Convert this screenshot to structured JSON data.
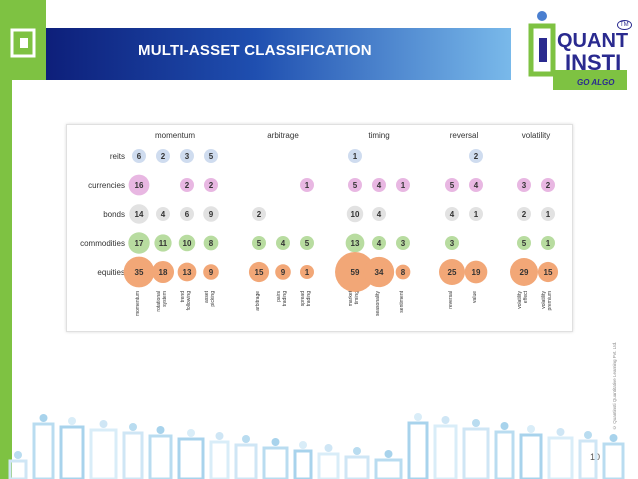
{
  "slide": {
    "title": "MULTI-ASSET CLASSIFICATION",
    "page_number": "10",
    "copyright": "© Quantinsti Quantitative Learning Pvt. Ltd."
  },
  "brand": {
    "line1": "QUANT",
    "line2": "INSTI",
    "tagline": "GO ALGO",
    "tm": "TM"
  },
  "colors": {
    "accent_green": "#7ec242",
    "header_dark": "#0d1f7a",
    "header_light": "#79b9ea",
    "brand_blue": "#2a2a8f",
    "reits": "#cfdcef",
    "currencies": "#e8b7e2",
    "bonds": "#e2e2e2",
    "commodities": "#b8dca0",
    "equities": "#f2a777"
  },
  "chart_data": {
    "type": "bubble",
    "groups": [
      {
        "name": "momentum",
        "strategies": [
          "momentum",
          "rotational system",
          "trend following",
          "asset picking"
        ]
      },
      {
        "name": "arbitrage",
        "strategies": [
          "arbitrage",
          "pairs trading",
          "spread trading"
        ]
      },
      {
        "name": "timing",
        "strategies": [
          "market timing",
          "seasonality",
          "sentiment"
        ]
      },
      {
        "name": "reversal",
        "strategies": [
          "reversal",
          "value"
        ]
      },
      {
        "name": "volatility",
        "strategies": [
          "volatility effect",
          "volatility premium"
        ]
      }
    ],
    "asset_classes": [
      "reits",
      "currencies",
      "bonds",
      "commodities",
      "equities"
    ],
    "values": {
      "reits": [
        6,
        2,
        3,
        5,
        null,
        null,
        null,
        1,
        null,
        null,
        null,
        2,
        null,
        null
      ],
      "currencies": [
        16,
        null,
        2,
        2,
        null,
        null,
        1,
        5,
        4,
        1,
        5,
        4,
        3,
        2
      ],
      "bonds": [
        14,
        4,
        6,
        9,
        2,
        null,
        null,
        10,
        4,
        null,
        4,
        1,
        2,
        1
      ],
      "commodities": [
        17,
        11,
        10,
        8,
        5,
        4,
        5,
        13,
        4,
        3,
        3,
        null,
        5,
        1
      ],
      "equities": [
        35,
        18,
        13,
        9,
        15,
        9,
        1,
        59,
        34,
        8,
        25,
        19,
        29,
        15
      ]
    }
  }
}
